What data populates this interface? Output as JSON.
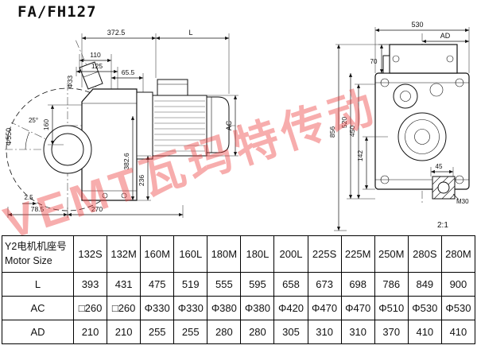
{
  "title": "FA/FH127",
  "watermark": "VEMT瓦玛特传动",
  "side_view": {
    "dim_372_5": "372.5",
    "dim_L": "L",
    "dim_110": "110",
    "dim_125": "125",
    "dim_65_5": "65.5",
    "dim_phi33": "Φ33",
    "dim_160": "160",
    "dim_25deg": "25°",
    "dim_phi550": "Φ550",
    "dim_382_6": "382.6",
    "dim_236": "236",
    "dim_2_5": "2.5",
    "dim_78_5": "78.5",
    "dim_270": "270",
    "dim_AC": "AC"
  },
  "front_view": {
    "dim_530": "530",
    "dim_AD": "AD",
    "dim_70": "70",
    "dim_856": "856",
    "dim_520": "520",
    "dim_450": "450",
    "dim_142": "142",
    "dim_45": "45",
    "dim_M30": "M30",
    "scale_note": "2:1"
  },
  "table": {
    "header_label_cn": "Y2电机机座号",
    "header_label_en": "Motor Size",
    "columns": [
      "132S",
      "132M",
      "160M",
      "160L",
      "180M",
      "180L",
      "200L",
      "225S",
      "225M",
      "250M",
      "280S",
      "280M"
    ],
    "rows": [
      {
        "label": "L",
        "values": [
          "393",
          "431",
          "475",
          "519",
          "555",
          "595",
          "658",
          "673",
          "698",
          "786",
          "849",
          "900"
        ]
      },
      {
        "label": "AC",
        "values": [
          "□260",
          "□260",
          "Φ330",
          "Φ330",
          "Φ380",
          "Φ380",
          "Φ420",
          "Φ470",
          "Φ470",
          "Φ510",
          "Φ530",
          "Φ530"
        ]
      },
      {
        "label": "AD",
        "values": [
          "210",
          "210",
          "255",
          "255",
          "280",
          "280",
          "305",
          "310",
          "310",
          "370",
          "410",
          "410"
        ]
      }
    ]
  }
}
